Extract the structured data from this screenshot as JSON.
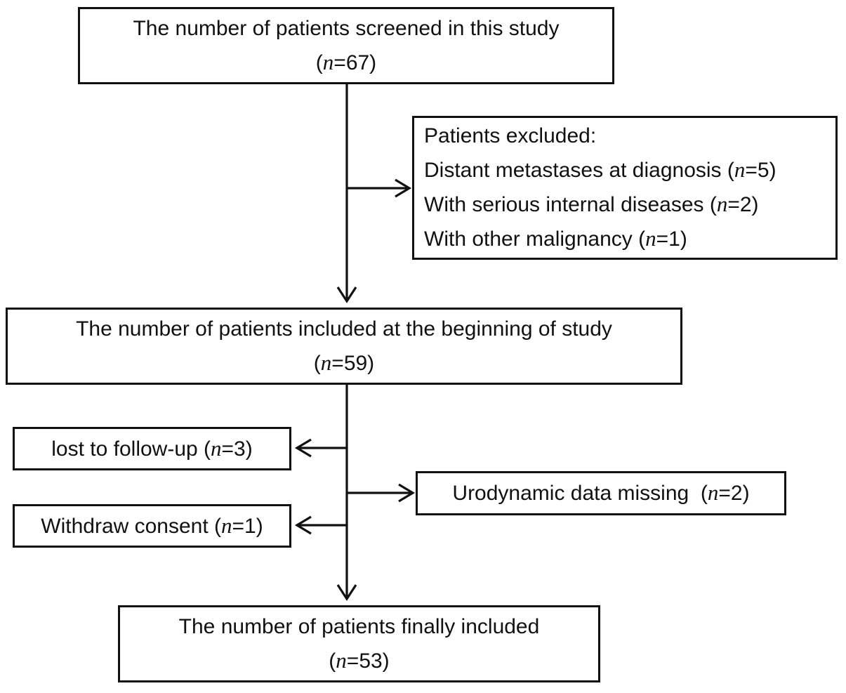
{
  "colors": {
    "ink": "#111111",
    "background": "#ffffff"
  },
  "boxes": {
    "screened": {
      "line1": "The number of patients screened in this study",
      "line2": "(n=67)"
    },
    "excluded": {
      "lines": [
        "Patients excluded:",
        "Distant metastases at diagnosis (n=5)",
        "With serious internal diseases (n=2)",
        "With other malignancy (n=1)"
      ]
    },
    "included_beginning": {
      "line1": "The number of patients included at the beginning of study",
      "line2": "(n=59)"
    },
    "lost_followup": {
      "label": "lost to follow-up (n=3)"
    },
    "urodynamic_missing": {
      "label": "Urodynamic data missing  (n=2)"
    },
    "withdraw_consent": {
      "label": "Withdraw consent (n=1)"
    },
    "finally_included": {
      "line1": "The number of patients finally included",
      "line2": "(n=53)"
    }
  }
}
